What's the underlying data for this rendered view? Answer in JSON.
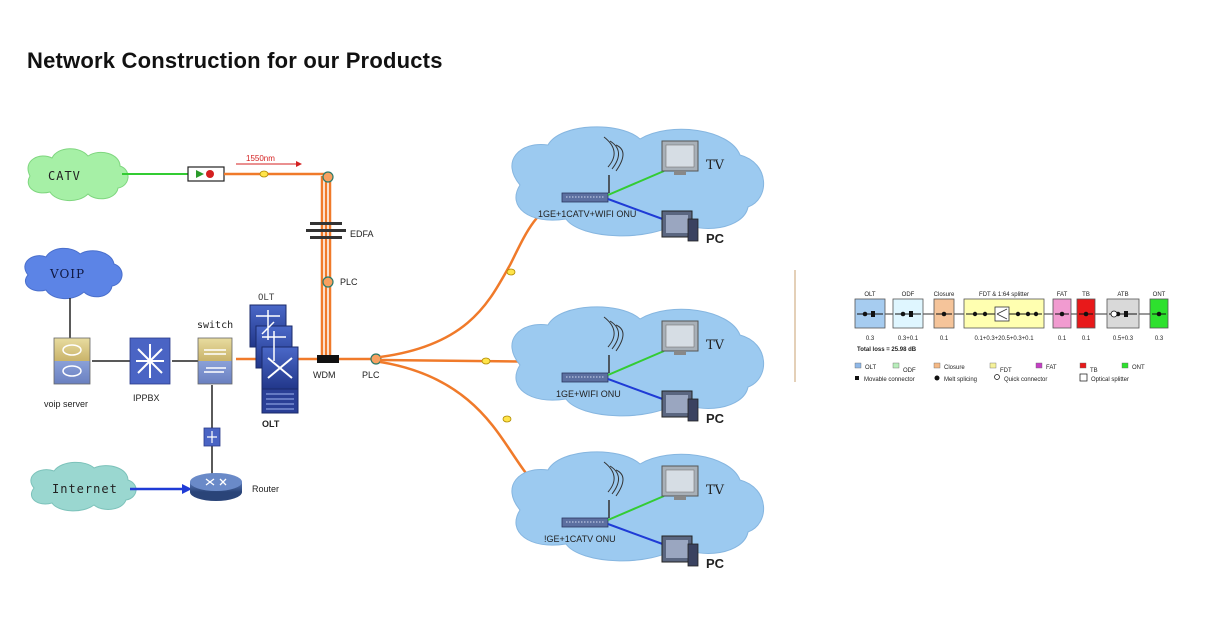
{
  "title": "Network Construction for our Products",
  "network": {
    "catv": "CATV",
    "wavelength": "1550nm",
    "edfa": "EDFA",
    "plc_top": "PLC",
    "plc_main": "PLC",
    "wdm": "WDM",
    "voip": "VOIP",
    "voip_server": "voip server",
    "ippbx": "IPPBX",
    "switch": "switch",
    "olt_top": "OLT",
    "olt_bottom": "OLT",
    "internet": "Internet",
    "router": "Router"
  },
  "onus": [
    {
      "label": "1GE+1CATV+WIFI ONU",
      "tv": "TV",
      "pc": "PC"
    },
    {
      "label": "1GE+WIFI ONU",
      "tv": "TV",
      "pc": "PC"
    },
    {
      "label": "!GE+1CATV ONU",
      "tv": "TV",
      "pc": "PC"
    }
  ],
  "loss_chart": {
    "components": [
      {
        "name": "OLT",
        "value": "0.3",
        "color": "#a6ccf0"
      },
      {
        "name": "ODF",
        "value": "0.3+0.1",
        "color": "#dff6ff"
      },
      {
        "name": "Closure",
        "value": "0.1",
        "color": "#f5c49a"
      },
      {
        "name": "FDT & 1:64 splitter",
        "value": "0.1+0.3+20.5+0.3+0.1",
        "color": "#ffffb0"
      },
      {
        "name": "FAT",
        "value": "0.1",
        "color": "#f19bd0"
      },
      {
        "name": "TB",
        "value": "0.1",
        "color": "#e8191a"
      },
      {
        "name": "ATB",
        "value": "0.5+0.3",
        "color": "#d9d9d9"
      },
      {
        "name": "ONT",
        "value": "0.3",
        "color": "#2ee12e"
      }
    ],
    "total": "Total loss = 25.98 dB",
    "legend": [
      {
        "name": "OLT",
        "color": "#8fb8e8"
      },
      {
        "name": "ODF",
        "color": "#b8eebb"
      },
      {
        "name": "Closure",
        "color": "#f5b985"
      },
      {
        "name": "FDT",
        "color": "#f6f29a"
      },
      {
        "name": "FAT",
        "color": "#c43fc4"
      },
      {
        "name": "TB",
        "color": "#e8191a"
      },
      {
        "name": "ONT",
        "color": "#2ee12e"
      }
    ],
    "legend2": {
      "movable": "Movable connector",
      "melt": "Melt splicing",
      "quick": "Quick connector",
      "optical": "Optical splitter"
    }
  },
  "colors": {
    "fiber": "#f07a2a",
    "catv_line": "#33cc33",
    "internet_line": "#1f3bd6",
    "cloud_blue": "#9ccaf0",
    "cloud_green": "#a6f0a6",
    "cloud_voip": "#5c84e6",
    "cloud_internet": "#9ad7d0"
  }
}
